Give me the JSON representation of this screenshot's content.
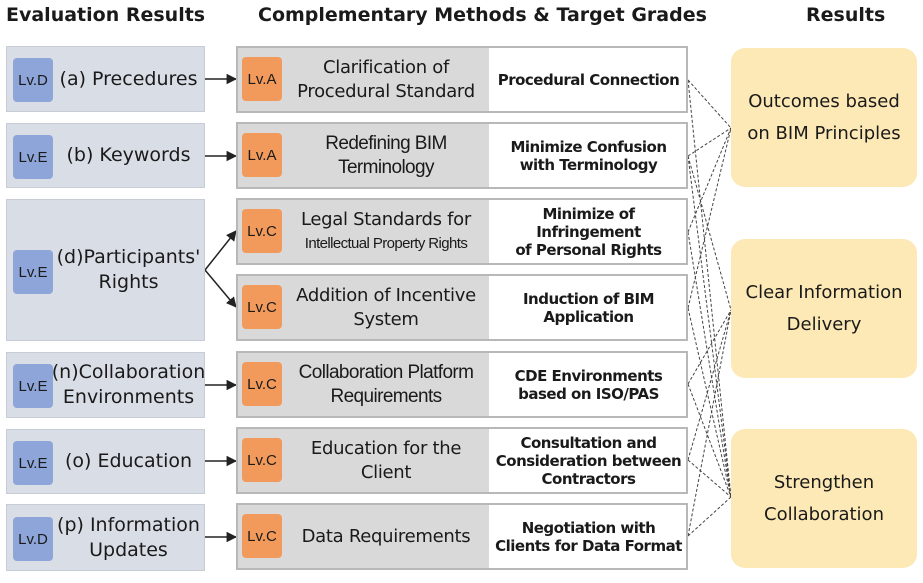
{
  "headers": {
    "evaluation": "Evaluation Results",
    "methods": "Complementary Methods & Target Grades",
    "results": "Results"
  },
  "evaluations": [
    {
      "level": "Lv.D",
      "label": "(a) Precedures"
    },
    {
      "level": "Lv.E",
      "label": "(b) Keywords"
    },
    {
      "level": "Lv.E",
      "label": "(d)Participants'\nRights"
    },
    {
      "level": "Lv.E",
      "label": "(n)Collaboration\nEnvironments"
    },
    {
      "level": "Lv.E",
      "label": "(o) Education"
    },
    {
      "level": "Lv.D",
      "label": "(p) Information\nUpdates"
    }
  ],
  "methods": [
    {
      "grade": "Lv.A",
      "method": "Clarification of\nProcedural Standard",
      "target": "Procedural Connection"
    },
    {
      "grade": "Lv.A",
      "method": "Redefining BIM\nTerminology",
      "target": "Minimize Confusion\nwith Terminology"
    },
    {
      "grade": "Lv.C",
      "method": "Legal Standards for",
      "method_small": "Intellectual Property Rights",
      "target": "Minimize of Infringement\nof Personal Rights"
    },
    {
      "grade": "Lv.C",
      "method": "Addition of Incentive\nSystem",
      "target": "Induction of BIM\nApplication"
    },
    {
      "grade": "Lv.C",
      "method": "Collaboration Platform\nRequirements",
      "target": "CDE Environments\nbased on ISO/PAS"
    },
    {
      "grade": "Lv.C",
      "method": "Education for the\nClient",
      "target": "Consultation and\nConsideration between\nContractors"
    },
    {
      "grade": "Lv.C",
      "method": "Data Requirements",
      "target": "Negotiation with\nClients for Data Format"
    }
  ],
  "results": [
    {
      "label": "Outcomes based\non BIM Principles"
    },
    {
      "label": "Clear Information\nDelivery"
    },
    {
      "label": "Strengthen\nCollaboration"
    }
  ],
  "colors": {
    "eval_fill": "#d9dde6",
    "eval_badge": "#8ea5d9",
    "method_fill": "#d9d9d9",
    "method_badge": "#f19a5b",
    "result_fill": "#fde9b5"
  }
}
